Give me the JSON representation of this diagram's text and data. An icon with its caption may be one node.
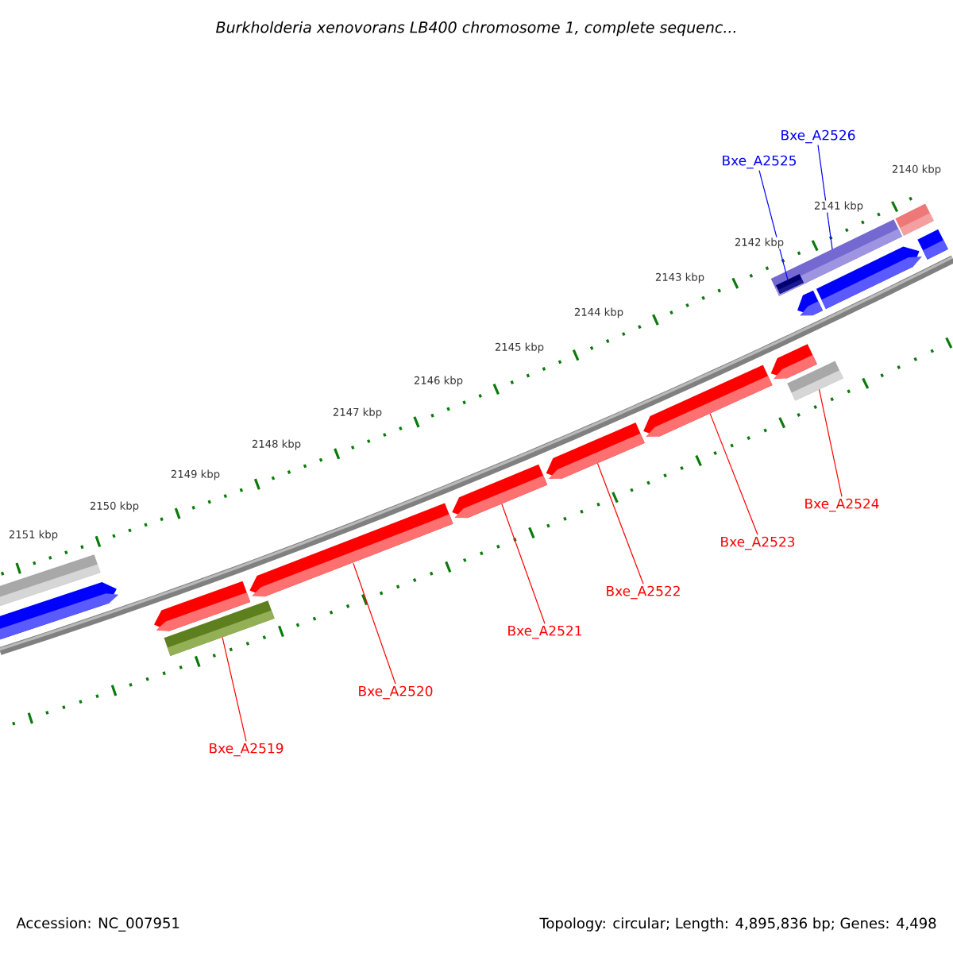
{
  "diagram": {
    "title": "Burkholderia xenovorans LB400 chromosome 1, complete sequenc...",
    "nodes": [
      {
        "text": [],
        "shape": "bar"
      },
      {
        "text": [],
        "shape": "arrow"
      },
      {
        "text": [],
        "shape": "arrow"
      },
      {
        "text": [],
        "shape": "bar"
      },
      {
        "text": [],
        "shape": "arrow"
      },
      {
        "text": [],
        "shape": "arrow"
      },
      {
        "text": [],
        "shape": "arrow"
      },
      {
        "text": [],
        "shape": "arrow"
      },
      {
        "text": [],
        "shape": "arrow"
      },
      {
        "text": [],
        "shape": "bar"
      },
      {
        "text": [],
        "shape": "bar",
        "in": 11
      },
      {
        "text": [],
        "shape": "bar"
      },
      {
        "text": [],
        "shape": "bar"
      },
      {
        "text": [],
        "shape": "arrow"
      },
      {
        "text": [],
        "shape": "arrow"
      },
      {
        "text": [],
        "shape": "bar"
      },
      {
        "text": [
          "Bxe_A2526"
        ]
      },
      {
        "text": [
          "Bxe_A2525"
        ]
      },
      {
        "text": [
          "Bxe_A2519"
        ]
      },
      {
        "text": [
          "Bxe_A2520"
        ]
      },
      {
        "text": [
          "Bxe_A2521"
        ]
      },
      {
        "text": [
          "Bxe_A2522"
        ]
      },
      {
        "text": [
          "Bxe_A2523"
        ]
      },
      {
        "text": [
          "Bxe_A2524"
        ]
      }
    ],
    "edges": [
      {
        "from": 16,
        "to": 11,
        "arrow": "none",
        "color": "#0000ff"
      },
      {
        "from": 17,
        "to": 10,
        "arrow": "none",
        "color": "#0000ff"
      },
      {
        "from": 18,
        "to": 3,
        "arrow": "none"
      },
      {
        "from": 19,
        "to": 4,
        "arrow": "none"
      },
      {
        "from": 20,
        "to": 5,
        "arrow": "none"
      },
      {
        "from": 21,
        "to": 6,
        "arrow": "none"
      },
      {
        "from": 22,
        "to": 7,
        "arrow": "none"
      },
      {
        "from": 23,
        "to": 9,
        "arrow": "none"
      }
    ],
    "labels": [
      "2140 kbp",
      "2141 kbp",
      "2142 kbp",
      "2143 kbp",
      "2144 kbp",
      "2145 kbp",
      "2146 kbp",
      "2147 kbp",
      "2148 kbp",
      "2149 kbp",
      "2150 kbp",
      "2151 kbp",
      "Accession: NC_007951",
      "Topology: circular; Length: 4,895,836 bp; Genes: 4,498"
    ]
  }
}
